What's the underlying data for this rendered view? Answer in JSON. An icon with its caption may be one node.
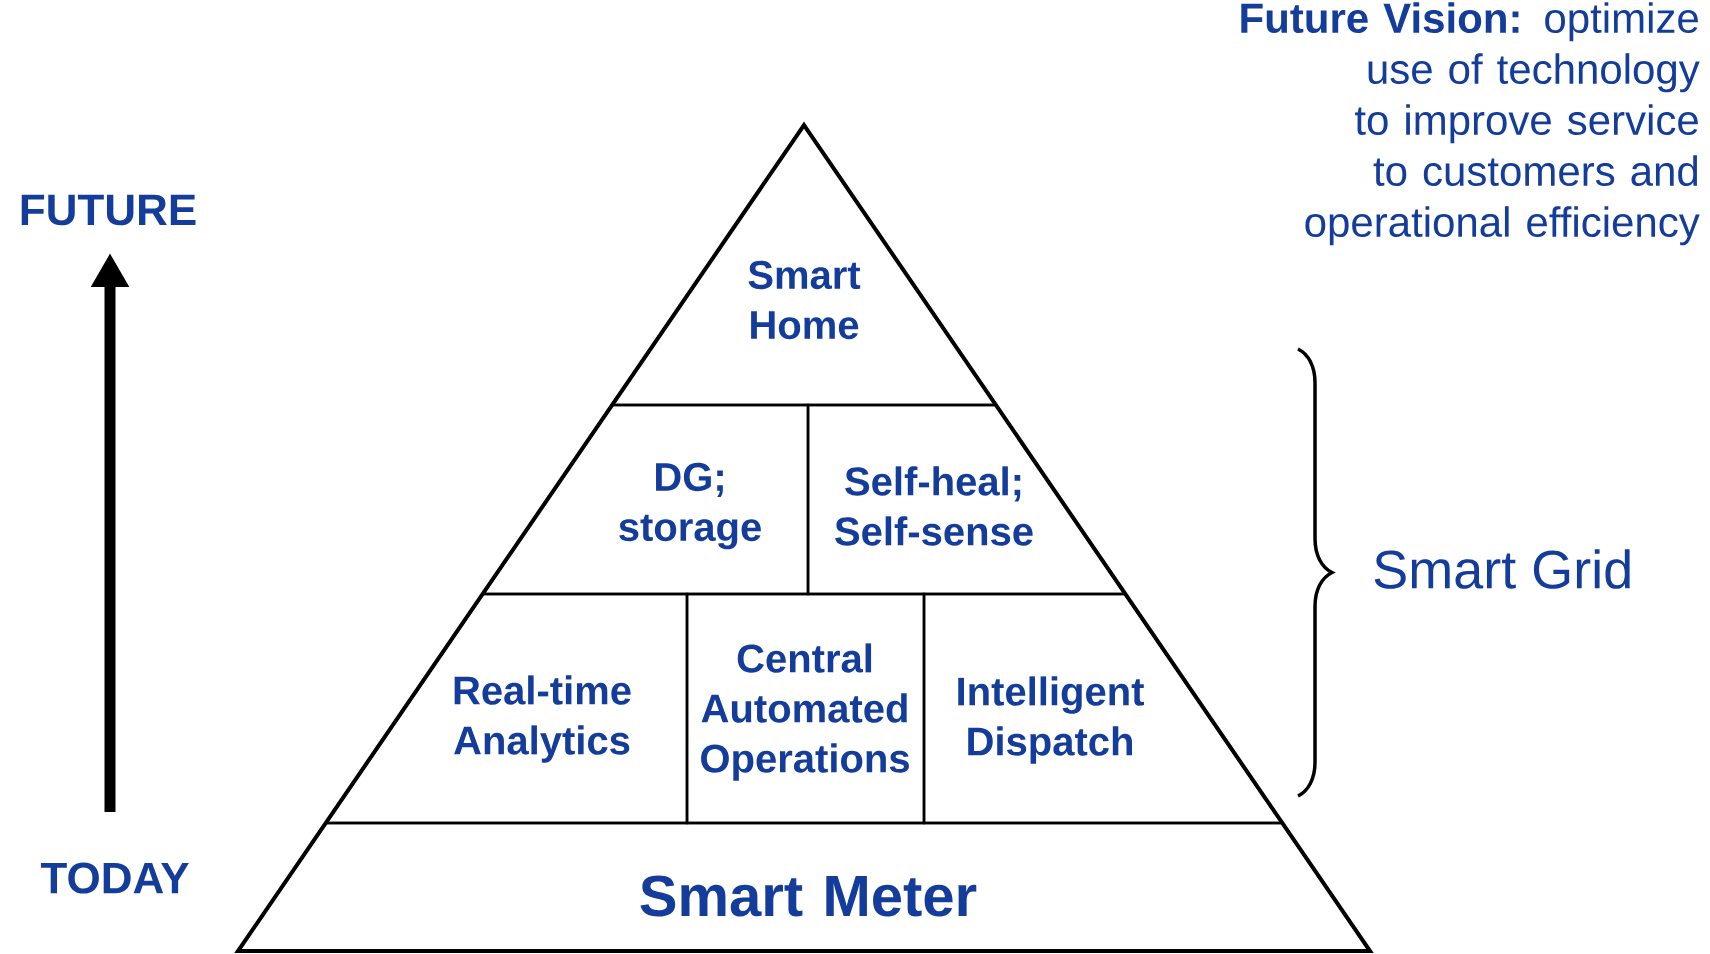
{
  "diagram": {
    "nodes": [
      {
        "text": [
          "Smart Home"
        ]
      },
      {
        "text": [
          "DG; storage"
        ]
      },
      {
        "text": [
          "Self-heal; Self-sense"
        ]
      },
      {
        "text": [
          "Real-time Analytics"
        ]
      },
      {
        "text": [
          "Central Automated Operations"
        ]
      },
      {
        "text": [
          "Intelligent Dispatch"
        ]
      },
      {
        "text": [
          "Smart Meter"
        ]
      }
    ],
    "edges": [],
    "labels": [
      "**Future Vision:** optimize use of technology to improve service to customers and operational efficiency",
      "FUTURE",
      "Smart Grid",
      "TODAY"
    ]
  }
}
